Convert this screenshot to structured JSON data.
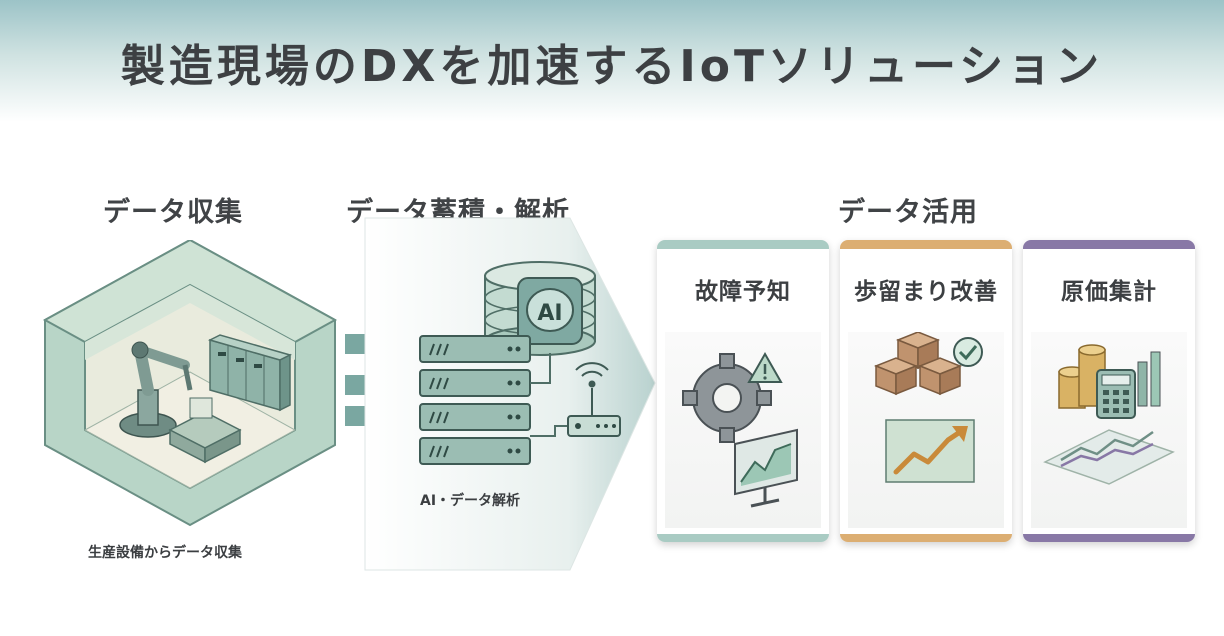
{
  "title": "製造現場のDXを加速するIoTソリューション",
  "sections": {
    "collect": "データ収集",
    "store": "データ蓄積・解析",
    "use": "データ活用"
  },
  "captions": {
    "collect": "生産設備からデータ収集",
    "store": "AI・データ解析"
  },
  "ai_badge": "AI",
  "panels": [
    {
      "title": "故障予知",
      "color": "#a9cbc3"
    },
    {
      "title": "歩留まり改善",
      "color": "#dcae72"
    },
    {
      "title": "原価集計",
      "color": "#8878a6"
    }
  ]
}
